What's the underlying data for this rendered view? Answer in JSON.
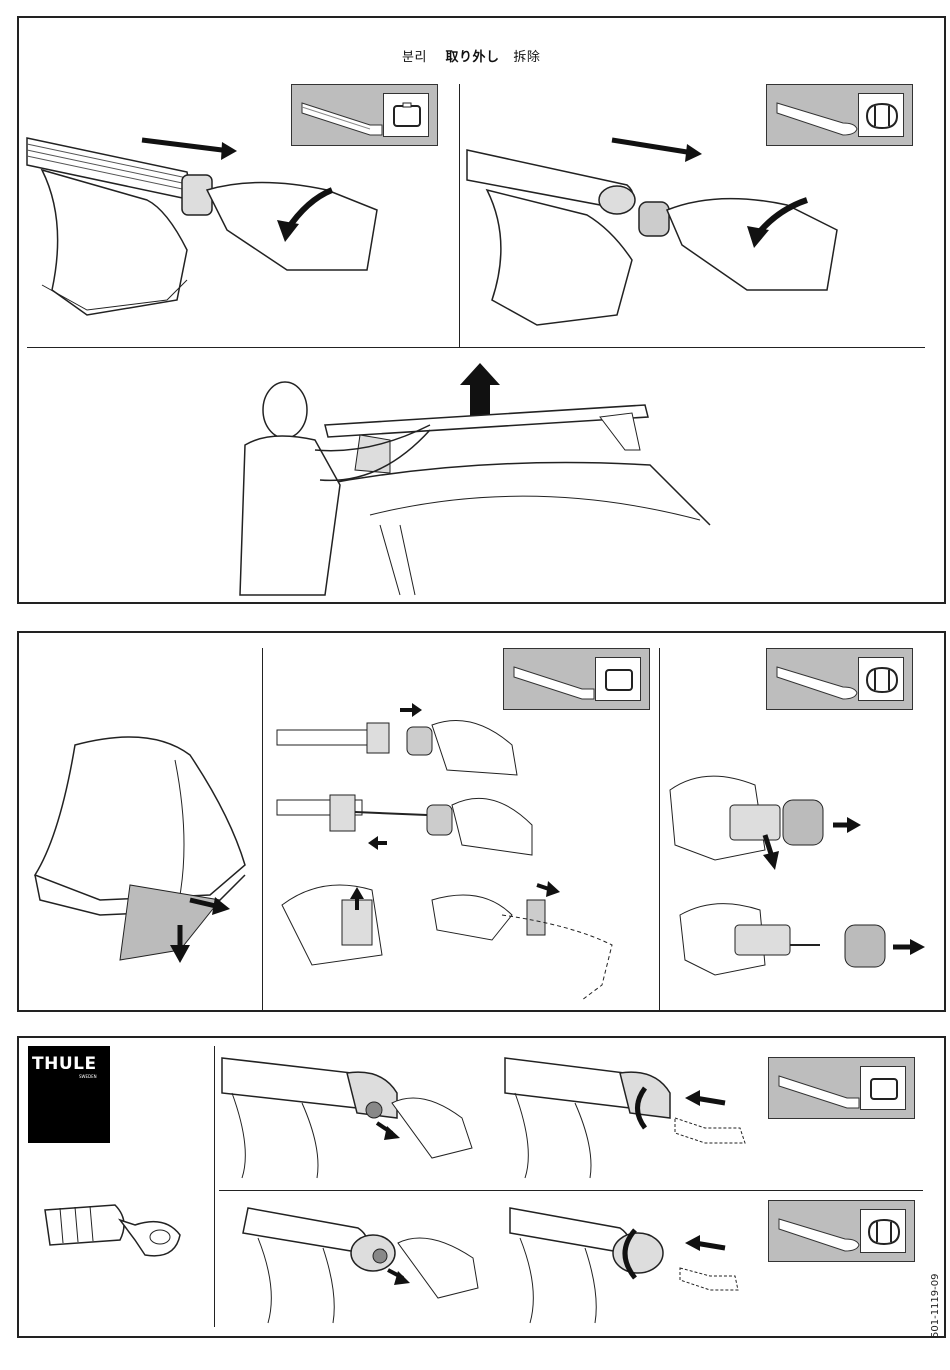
{
  "section1": {
    "title_korean": "분리",
    "title_japanese": "取り外し",
    "title_chinese": "拆除"
  },
  "brand": {
    "logo_text": "THULE",
    "logo_subtext": "SWEDEN"
  },
  "document_number": "501-1119-09",
  "profiles": {
    "square": "square-bar-profile-icon",
    "aero": "aero-bar-profile-icon"
  },
  "colors": {
    "badge_bg": "#bdbdbd",
    "line": "#222222"
  }
}
